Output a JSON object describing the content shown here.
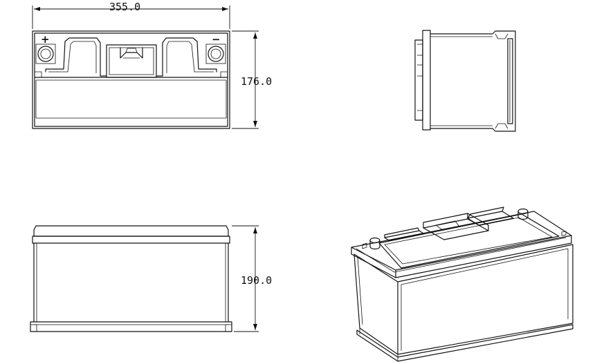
{
  "dimensions": {
    "length": "355.0",
    "width": "176.0",
    "height": "190.0"
  },
  "terminals": {
    "positive": "+",
    "negative": "−"
  },
  "colors": {
    "line": "#111111",
    "background": "#ffffff"
  }
}
